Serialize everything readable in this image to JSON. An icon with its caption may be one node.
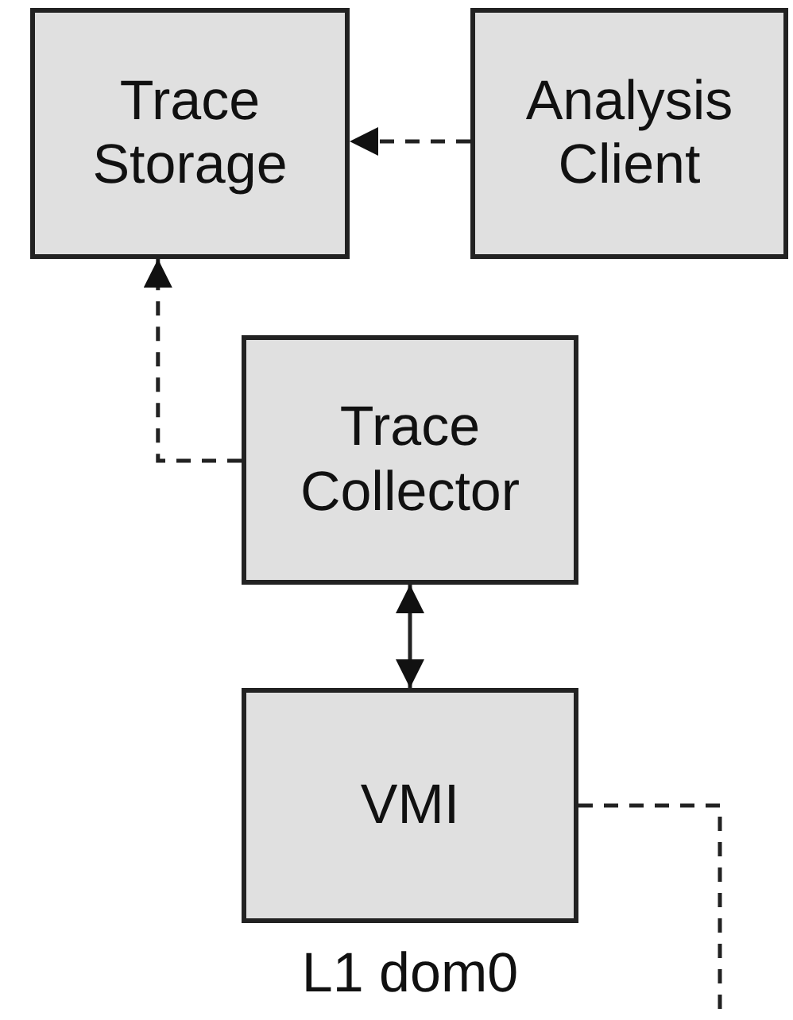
{
  "diagram": {
    "nodes": [
      {
        "text": [
          "Trace Storage"
        ]
      },
      {
        "text": [
          "Analysis Client"
        ]
      },
      {
        "text": [
          "Trace Collector"
        ]
      },
      {
        "text": [
          "VMI"
        ],
        "beside": [
          "L1 dom0"
        ]
      }
    ],
    "edges": [
      {
        "from": 1,
        "to": 0,
        "arrow": "to",
        "style": "dashed"
      },
      {
        "from": 2,
        "to": 0,
        "arrow": "to",
        "style": "dashed"
      },
      {
        "from": 2,
        "to": 3,
        "arrow": "both"
      },
      {
        "from": 3,
        "to": null,
        "arrow": "none",
        "style": "dashed"
      }
    ]
  }
}
